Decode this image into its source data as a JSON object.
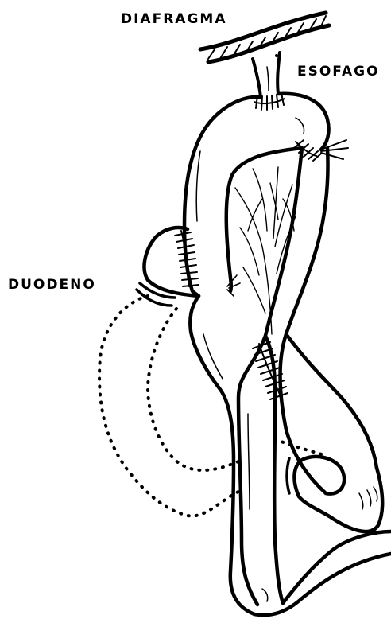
{
  "labels": {
    "diaphragm": "DIAFRAGMA",
    "esophagus": "ESOFAGO",
    "duodenum": "DUODENO"
  },
  "colors": {
    "ink": "#000000",
    "paper": "#ffffff"
  }
}
